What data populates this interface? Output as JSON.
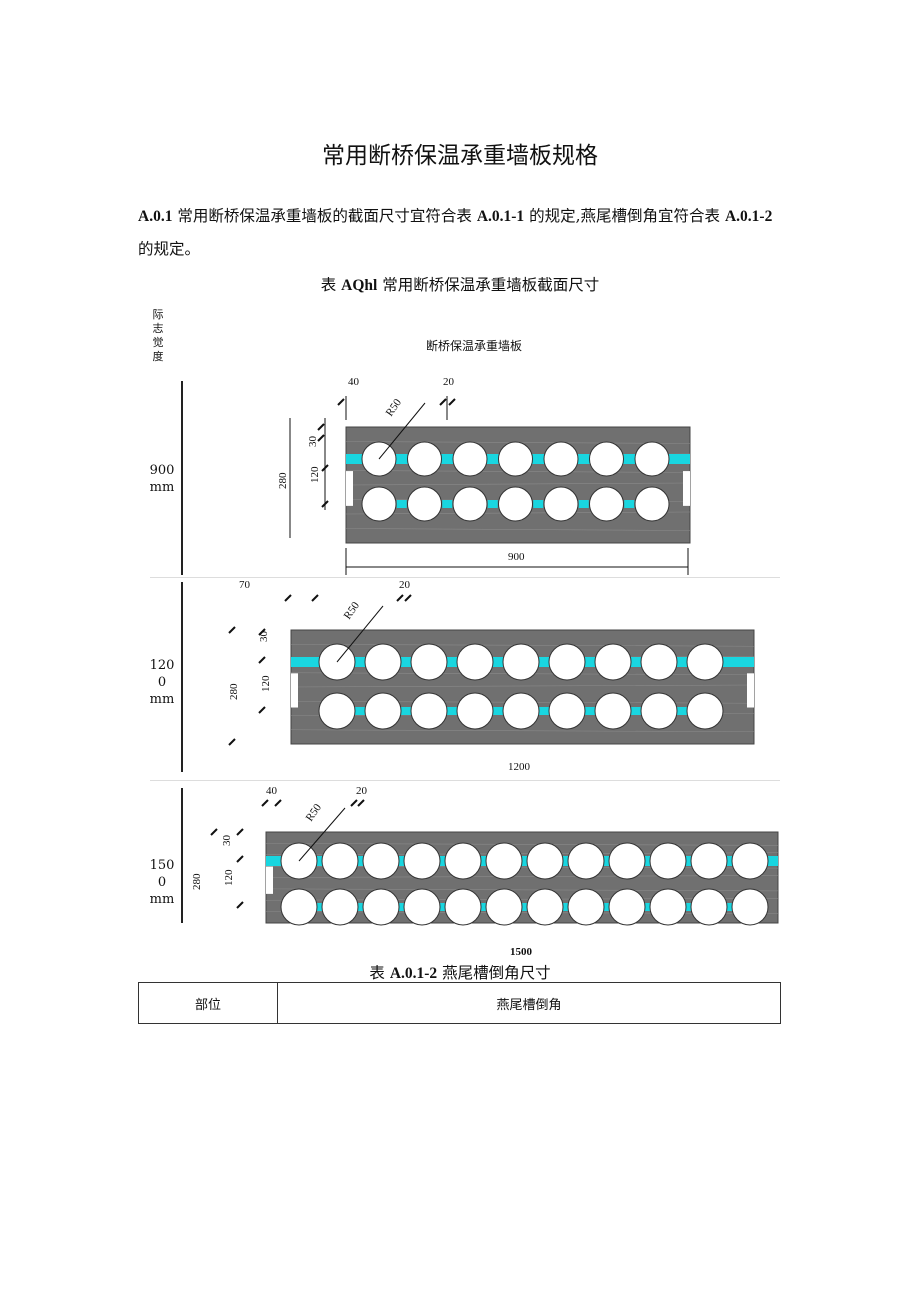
{
  "title": "常用断桥保温承重墙板规格",
  "para": {
    "num": "A.0.1",
    "t1": " 常用断桥保温承重墙板的截面尺寸宜符合表 ",
    "ref1": "A.0.1-1",
    "t2": " 的规定,燕尾槽倒角宜符合表 ",
    "ref2": "A.0.1-2",
    "t3": " 的规定。"
  },
  "table1": {
    "caption_prefix": "表 ",
    "caption_id": "AQhl",
    "caption_text": " 常用断桥保温承重墙板截面尺寸",
    "row_header": "际志觉度",
    "col_header": "断桥保温承重墙板",
    "rows": [
      {
        "width_label": "900\nmm",
        "dims": {
          "left_off": "40",
          "joint": "20",
          "radius": "R50",
          "top": "30",
          "height": "280",
          "pitch": "120",
          "total": "900"
        }
      },
      {
        "width_label": "120\n0\nmm",
        "dims": {
          "left_off": "70",
          "joint": "20",
          "radius": "R50",
          "top": "30",
          "height": "280",
          "pitch": "120",
          "total": "1200"
        }
      },
      {
        "width_label": "150\n0\nmm",
        "dims": {
          "left_off": "40",
          "joint": "20",
          "radius": "R50",
          "top": "30",
          "height": "280",
          "pitch": "120",
          "total": "1500"
        }
      }
    ]
  },
  "table2": {
    "caption_prefix": "表 ",
    "caption_id": "A.0.1-2",
    "caption_text": " 燕尾槽倒角尺寸",
    "headers": [
      "部位",
      "燕尾槽倒角"
    ]
  },
  "colors": {
    "panel": "#707070",
    "insulation": "#19d6e0",
    "circle": "#ffffff"
  }
}
